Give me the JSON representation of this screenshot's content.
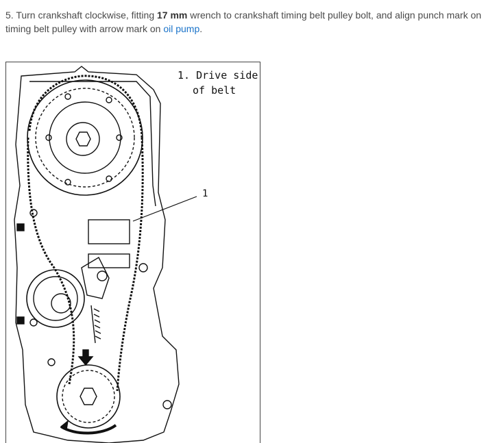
{
  "instruction": {
    "step_number": "5.",
    "text_before_bold": "Turn crankshaft clockwise, fitting",
    "bold": "17 mm",
    "text_after_bold": "wrench to crankshaft timing belt pulley bolt, and align punch mark on timing belt pulley with arrow mark on",
    "link_text": "oil pump",
    "end": "."
  },
  "figure": {
    "caption_line1": "1. Drive side",
    "caption_line2": "of belt",
    "callout_number": "1"
  },
  "colors": {
    "text": "#4a4a4a",
    "link": "#1a73c9",
    "drawing": "#111111"
  }
}
